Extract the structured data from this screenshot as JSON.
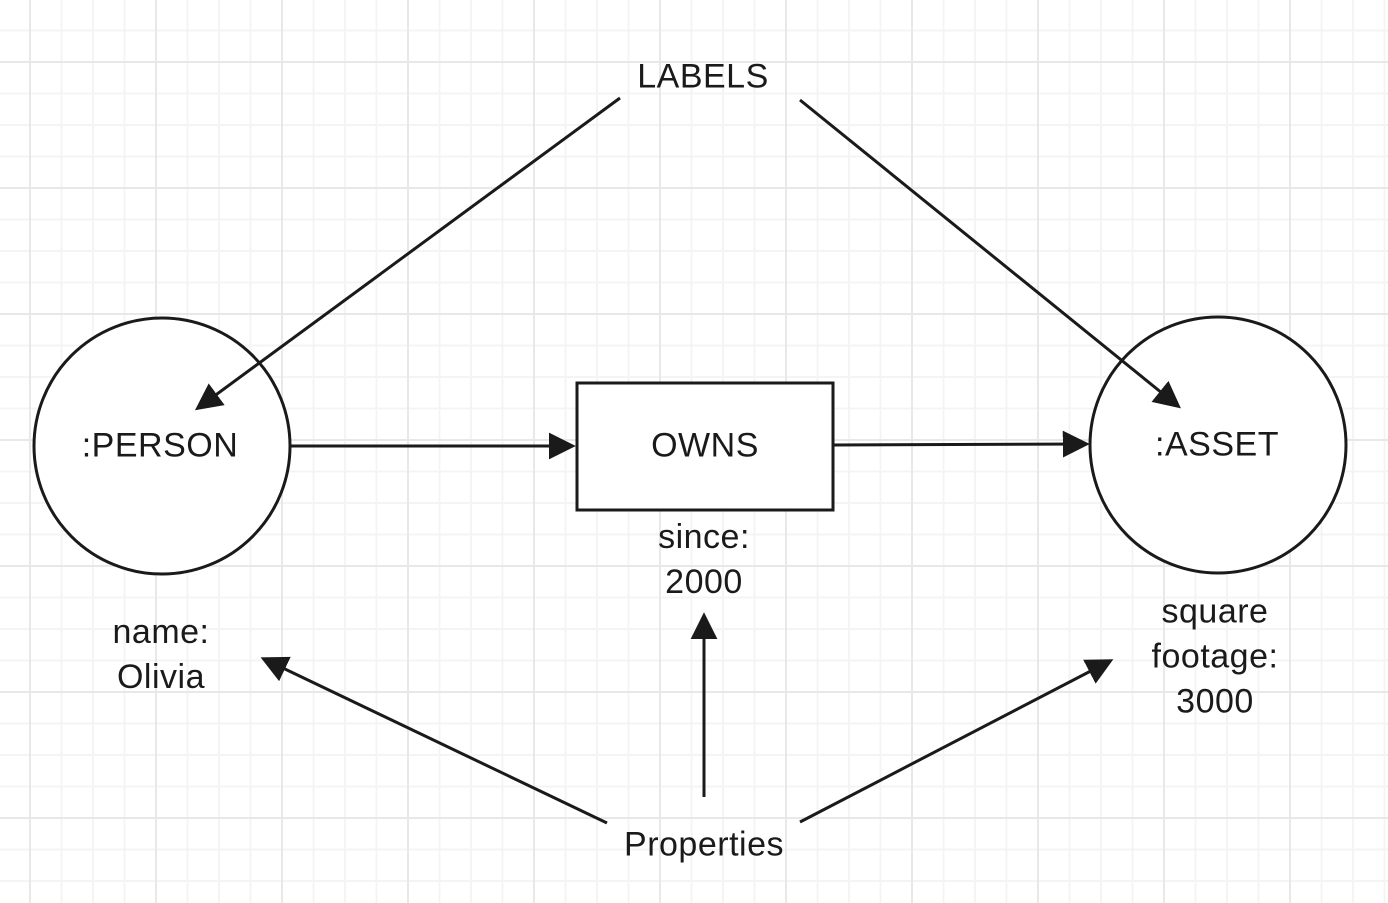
{
  "diagram": {
    "labels_title": "LABELS",
    "properties_title": "Properties",
    "person_node": {
      "label": ":PERSON",
      "property": "name:\nOlivia"
    },
    "relationship": {
      "label": "OWNS",
      "property": "since:\n2000"
    },
    "asset_node": {
      "label": ":ASSET",
      "property": "square\nfootage:\n3000"
    },
    "colors": {
      "stroke": "#1a1a1a",
      "background": "#ffffff",
      "grid_minor": "#f4f4f4",
      "grid_major": "#e8e8e8"
    }
  }
}
